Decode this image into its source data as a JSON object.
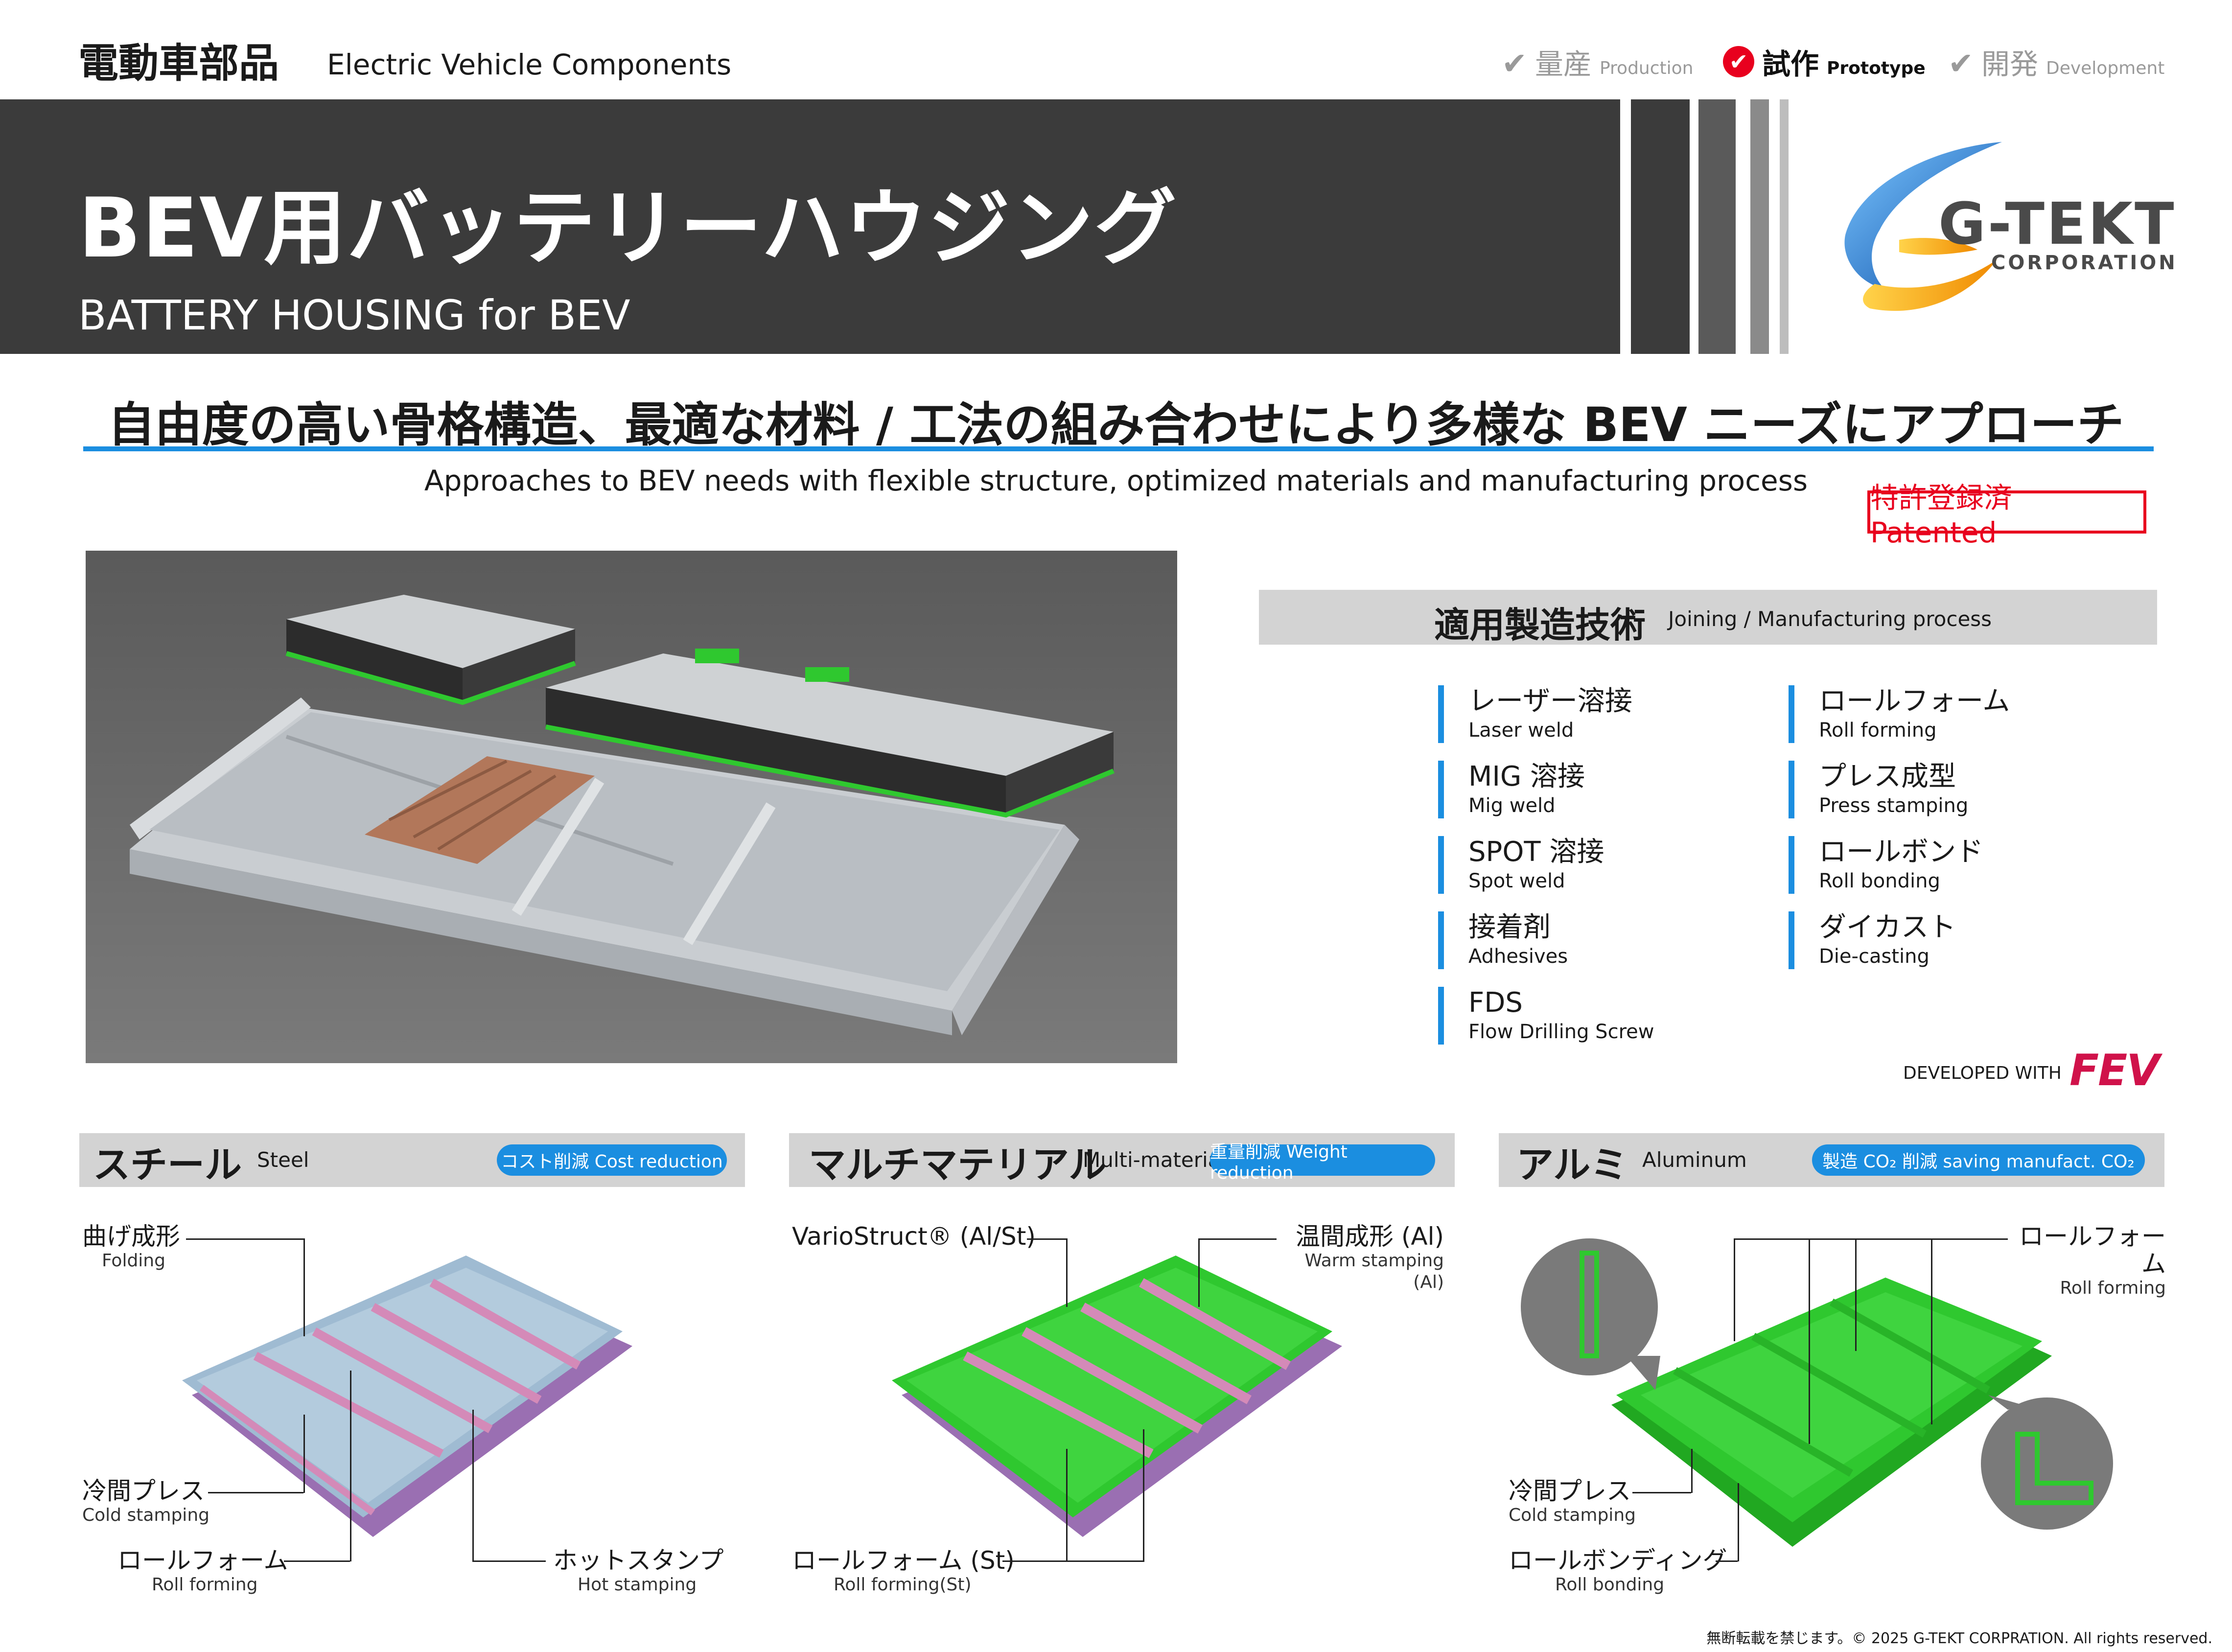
{
  "header": {
    "category_jp": "電動車部品",
    "category_en": "Electric Vehicle Components",
    "status": [
      {
        "jp": "量産",
        "en": "Production",
        "active": false,
        "icon": "check-icon"
      },
      {
        "jp": "試作",
        "en": "Prototype",
        "active": true,
        "icon": "check-circle-icon"
      },
      {
        "jp": "開発",
        "en": "Development",
        "active": false,
        "icon": "check-icon"
      }
    ]
  },
  "banner": {
    "title": "BEV用バッテリーハウジング",
    "subtitle": "BATTERY HOUSING for BEV"
  },
  "logo": {
    "name": "G-TEKT",
    "corp": "CORPORATION"
  },
  "headline": {
    "jp": "自由度の高い骨格構造、最適な材料 / 工法の組み合わせにより多様な BEV ニーズにアプローチ",
    "en": "Approaches to BEV needs with flexible structure, optimized materials and manufacturing process"
  },
  "patent_badge": "特許登録済  Patented",
  "joining": {
    "title_jp": "適用製造技術",
    "title_en": "Joining / Manufacturing process",
    "left": [
      {
        "jp": "レーザー溶接",
        "en": "Laser weld"
      },
      {
        "jp": "MIG 溶接",
        "en": "Mig weld"
      },
      {
        "jp": "SPOT 溶接",
        "en": "Spot weld"
      },
      {
        "jp": "接着剤",
        "en": "Adhesives"
      },
      {
        "jp": "FDS",
        "en": "Flow Drilling Screw"
      }
    ],
    "right": [
      {
        "jp": "ロールフォーム",
        "en": "Roll forming"
      },
      {
        "jp": "プレス成型",
        "en": "Press stamping"
      },
      {
        "jp": "ロールボンド",
        "en": "Roll bonding"
      },
      {
        "jp": "ダイカスト",
        "en": "Die-casting"
      }
    ],
    "developed_with": "DEVELOPED WITH",
    "partner": "FEV"
  },
  "sections": {
    "steel": {
      "jp": "スチール",
      "en": "Steel",
      "pill": "コスト削減 Cost reduction",
      "labels": {
        "folding": {
          "jp": "曲げ成形",
          "en": "Folding"
        },
        "cold": {
          "jp": "冷間プレス",
          "en": "Cold stamping"
        },
        "roll": {
          "jp": "ロールフォーム",
          "en": "Roll forming"
        },
        "hot": {
          "jp": "ホットスタンプ",
          "en": "Hot stamping"
        }
      }
    },
    "multi": {
      "jp": "マルチマテリアル",
      "en": "Multi-material",
      "pill": "重量削減 Weight reduction",
      "labels": {
        "vario": "VarioStruct® (Al/St)",
        "warm": {
          "jp": "温間成形 (Al)",
          "en": "Warm stamping (Al)"
        },
        "roll": {
          "jp": "ロールフォーム (St)",
          "en": "Roll forming(St)"
        }
      }
    },
    "alu": {
      "jp": "アルミ",
      "en": "Aluminum",
      "pill": "製造 CO₂ 削減 saving manufact. CO₂",
      "labels": {
        "roll": {
          "jp": "ロールフォーム",
          "en": "Roll forming"
        },
        "cold": {
          "jp": "冷間プレス",
          "en": "Cold stamping"
        },
        "bond": {
          "jp": "ロールボンディング",
          "en": "Roll bonding"
        }
      }
    }
  },
  "copyright": "無断転載を禁じます。© 2025 G-TEKT CORPRATION. All rights reserved.",
  "colors": {
    "accent": "#1b8ee0",
    "banner": "#3b3b3b",
    "patent": "#e8001e",
    "fev": "#d0124a",
    "green": "#2fc82f",
    "steel_blue": "#8fb0c8",
    "pink": "#d48ab8"
  }
}
